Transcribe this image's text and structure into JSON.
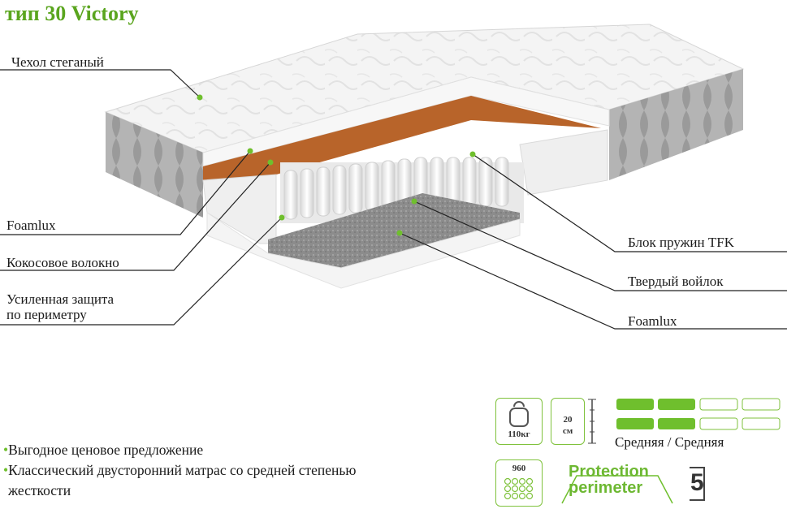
{
  "title": "тип 30 Victory",
  "labels_left": {
    "cover": "Чехол стеганый",
    "foamlux_top": "Foamlux",
    "coconut": "Кокосовое волокно",
    "perimeter_line1": "Усиленная защита",
    "perimeter_line2": "по периметру"
  },
  "labels_right": {
    "springs": "Блок пружин TFK",
    "felt": "Твердый войлок",
    "foamlux_bottom": "Foamlux"
  },
  "features": [
    "Выгодное ценовое предложение",
    "Классический двусторонний матрас со средней степенью",
    "жесткости"
  ],
  "bullet": "•",
  "icons": {
    "weight": "110кг",
    "height_value": "20",
    "height_unit": "см",
    "springs_count": "960",
    "firmness": "Средняя / Средняя",
    "protection_line1": "Protection",
    "protection_line2": "perimeter",
    "warranty_years": "5"
  },
  "colors": {
    "accent": "#6fbf2d",
    "coconut": "#b8642a",
    "side_fabric": "#a9a9a9"
  }
}
